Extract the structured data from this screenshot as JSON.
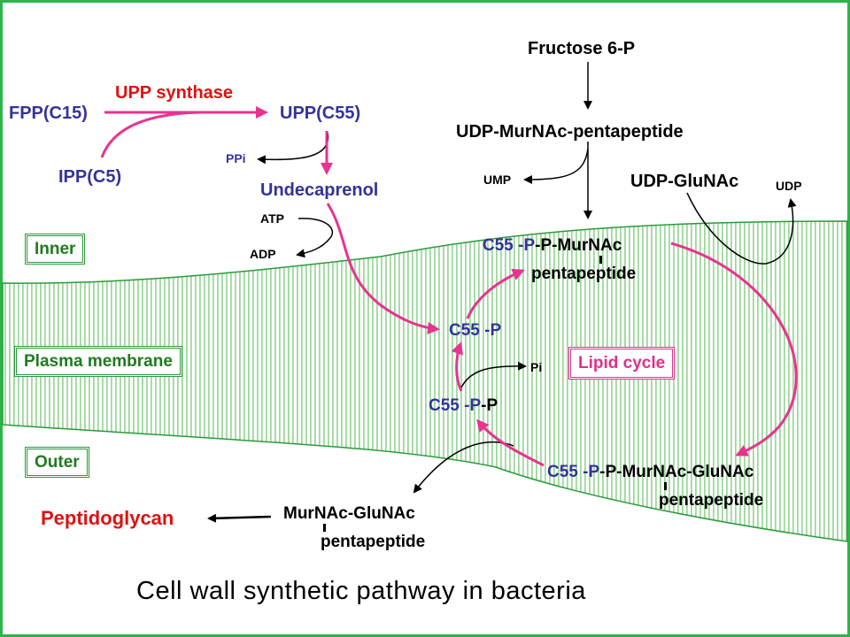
{
  "colors": {
    "membrane_stripe": "#9ed89e",
    "membrane_edge": "#2a9a3a",
    "pink_arrow": "#e8338f",
    "frame": "#2db34a",
    "blue_text": "#333399",
    "red_text": "#e01010"
  },
  "labels": {
    "fructose": "Fructose 6-P",
    "upp_synthase": "UPP synthase",
    "fpp": "FPP(C15)",
    "upp": "UPP(C55)",
    "ipp": "IPP(C5)",
    "ppi": "PPi",
    "undecaprenol": "Undecaprenol",
    "atp": "ATP",
    "adp": "ADP",
    "udp_mur": "UDP-MurNAc-pentapeptide",
    "ump": "UMP",
    "udp_glu": "UDP-GluNAc",
    "udp": "UDP",
    "c55_top_a": "C55 -P",
    "c55_top_b": "-P-MurNAc",
    "pentapeptide_1": "pentapeptide",
    "c55p": "C55 -P",
    "pi": "Pi",
    "c55pp_a": "C55",
    "c55pp_b": "-P",
    "c55pp_c": "-P",
    "c55_bot_a": "C55 -P",
    "c55_bot_b": "-P-MurNAc-GluNAc",
    "pentapeptide_2": "pentapeptide",
    "peptidoglycan": "Peptidoglycan",
    "mur_glu": "MurNAc-GluNAc",
    "pentapeptide_3": "pentapeptide",
    "caption": "Cell wall synthetic pathway in bacteria"
  },
  "regions": {
    "inner": "Inner",
    "plasma": "Plasma membrane",
    "outer": "Outer"
  },
  "lipid_cycle": "Lipid cycle"
}
